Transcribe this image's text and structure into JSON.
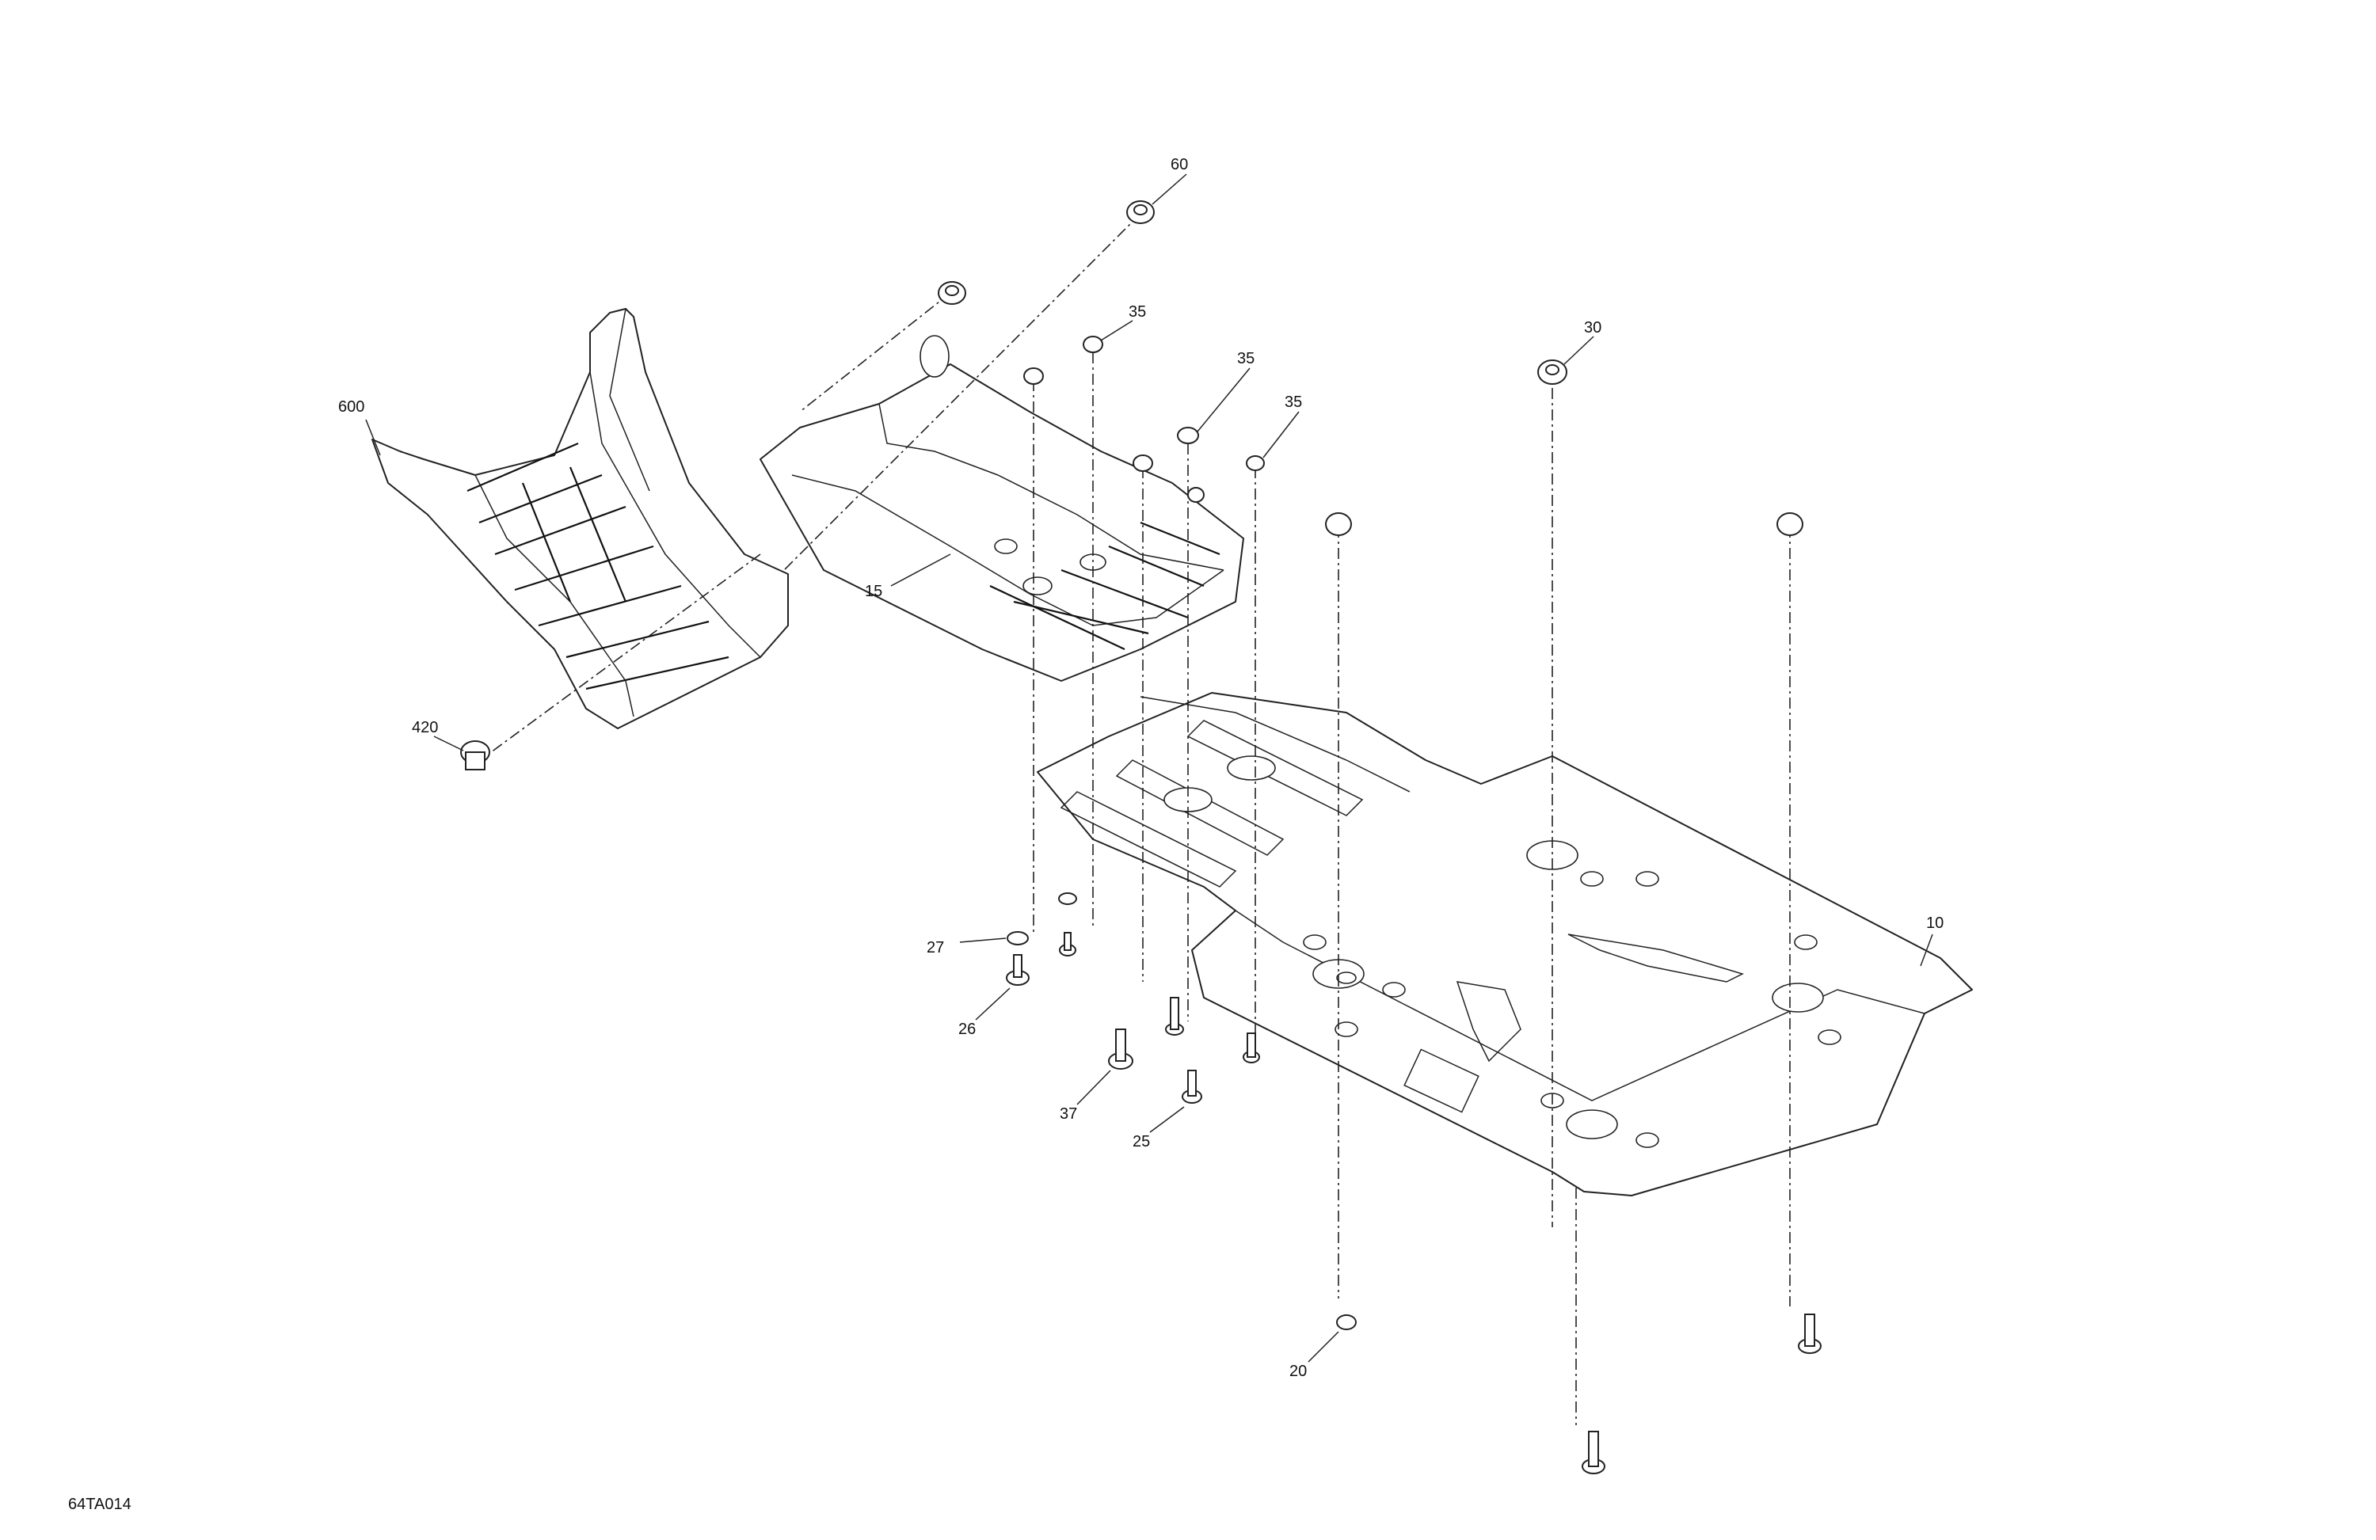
{
  "diagram_id": "64TA014",
  "callouts": {
    "c600": "600",
    "c420": "420",
    "c60": "60",
    "c35a": "35",
    "c35b": "35",
    "c35c": "35",
    "c30": "30",
    "c15": "15",
    "c10": "10",
    "c27": "27",
    "c26": "26",
    "c37": "37",
    "c25": "25",
    "c20": "20"
  }
}
